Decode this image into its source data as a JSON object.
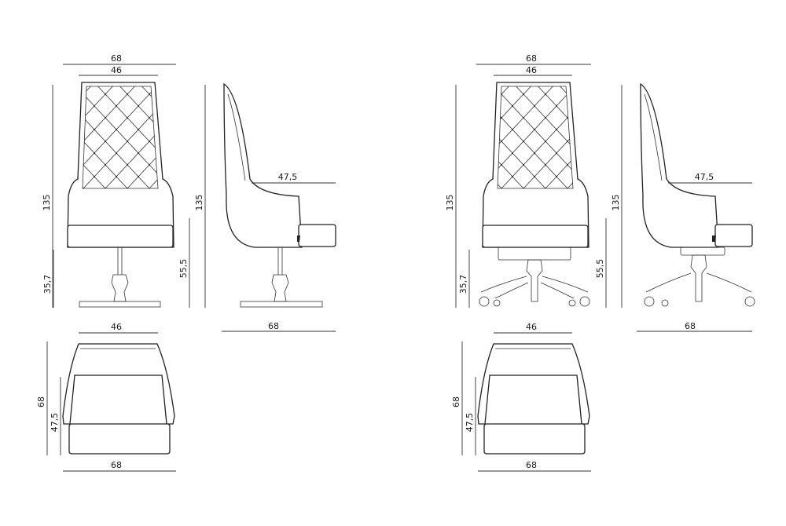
{
  "left": {
    "front": {
      "width_total": "68",
      "width_inner": "46",
      "height_total": "135",
      "height_seat": "35,7"
    },
    "side": {
      "height_total": "135",
      "height_arm": "55,5",
      "seat_depth": "47,5",
      "depth_total": "68"
    },
    "top": {
      "width_inner": "46",
      "depth_total": "68",
      "depth_seat": "47,5",
      "width_total": "68"
    }
  },
  "right": {
    "front": {
      "width_total": "68",
      "width_inner": "46",
      "height_total": "135",
      "height_seat": "35,7"
    },
    "side": {
      "height_total": "135",
      "height_arm": "55,5",
      "seat_depth": "47,5",
      "depth_total": "68"
    },
    "top": {
      "width_inner": "46",
      "depth_total": "68",
      "depth_seat": "47,5",
      "width_total": "68"
    }
  },
  "colors": {
    "line": "#222222",
    "background": "#ffffff"
  }
}
